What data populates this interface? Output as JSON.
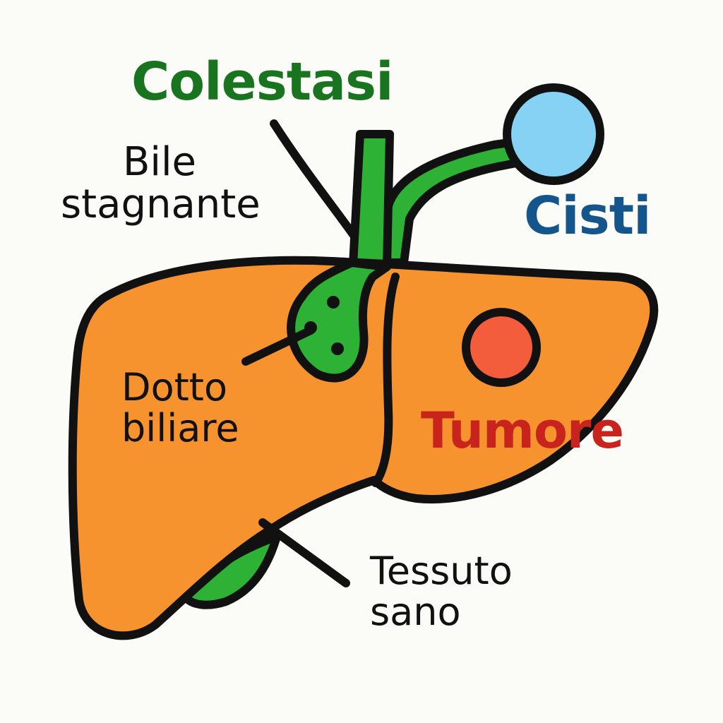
{
  "labels": {
    "colestasi": "Colestasi",
    "bile_line1": "Bile",
    "bile_line2": "stagnante",
    "cisti": "Cisti",
    "dotto_line1": "Dotto",
    "dotto_line2": "biliare",
    "tumore": "Tumore",
    "tessuto_line1": "Tessuto",
    "tessuto_line2": "sano"
  },
  "colors": {
    "liver": "#f7932f",
    "bile": "#2db235",
    "cyst": "#86d2f5",
    "tumor": "#f45d3c",
    "outline": "#111111",
    "colestasi_text": "#18741f",
    "cisti_text": "#14568c",
    "tumore_text": "#c8231c"
  }
}
